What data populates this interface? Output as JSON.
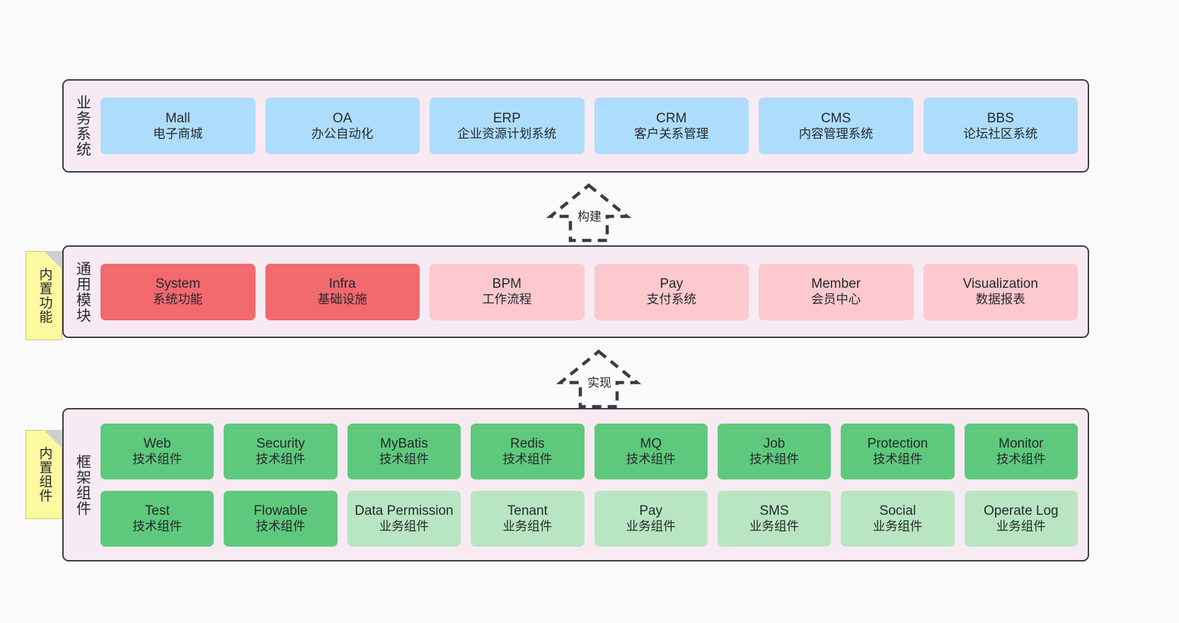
{
  "layers": [
    {
      "id": "business",
      "title": "业务系统",
      "rows": [
        {
          "cards": [
            {
              "name": "Mall",
              "desc": "电子商城",
              "style": "blue"
            },
            {
              "name": "OA",
              "desc": "办公自动化",
              "style": "blue"
            },
            {
              "name": "ERP",
              "desc": "企业资源计划系统",
              "style": "blue"
            },
            {
              "name": "CRM",
              "desc": "客户关系管理",
              "style": "blue"
            },
            {
              "name": "CMS",
              "desc": "内容管理系统",
              "style": "blue"
            },
            {
              "name": "BBS",
              "desc": "论坛社区系统",
              "style": "blue"
            }
          ]
        }
      ]
    },
    {
      "id": "modules",
      "title": "通用模块",
      "rows": [
        {
          "cards": [
            {
              "name": "System",
              "desc": "系统功能",
              "style": "red"
            },
            {
              "name": "Infra",
              "desc": "基础设施",
              "style": "red"
            },
            {
              "name": "BPM",
              "desc": "工作流程",
              "style": "pink"
            },
            {
              "name": "Pay",
              "desc": "支付系统",
              "style": "pink"
            },
            {
              "name": "Member",
              "desc": "会员中心",
              "style": "pink"
            },
            {
              "name": "Visualization",
              "desc": "数据报表",
              "style": "pink"
            }
          ]
        }
      ]
    },
    {
      "id": "framework",
      "title": "框架组件",
      "rows": [
        {
          "cards": [
            {
              "name": "Web",
              "desc": "技术组件",
              "style": "green"
            },
            {
              "name": "Security",
              "desc": "技术组件",
              "style": "green"
            },
            {
              "name": "MyBatis",
              "desc": "技术组件",
              "style": "green"
            },
            {
              "name": "Redis",
              "desc": "技术组件",
              "style": "green"
            },
            {
              "name": "MQ",
              "desc": "技术组件",
              "style": "green"
            },
            {
              "name": "Job",
              "desc": "技术组件",
              "style": "green"
            },
            {
              "name": "Protection",
              "desc": "技术组件",
              "style": "green"
            },
            {
              "name": "Monitor",
              "desc": "技术组件",
              "style": "green"
            }
          ]
        },
        {
          "cards": [
            {
              "name": "Test",
              "desc": "技术组件",
              "style": "green"
            },
            {
              "name": "Flowable",
              "desc": "技术组件",
              "style": "green"
            },
            {
              "name": "Data Permission",
              "desc": "业务组件",
              "style": "lgreen"
            },
            {
              "name": "Tenant",
              "desc": "业务组件",
              "style": "lgreen"
            },
            {
              "name": "Pay",
              "desc": "业务组件",
              "style": "lgreen"
            },
            {
              "name": "SMS",
              "desc": "业务组件",
              "style": "lgreen"
            },
            {
              "name": "Social",
              "desc": "业务组件",
              "style": "lgreen"
            },
            {
              "name": "Operate Log",
              "desc": "业务组件",
              "style": "lgreen"
            }
          ]
        }
      ]
    }
  ],
  "notes": [
    {
      "id": "builtin-func",
      "text": "内置功能"
    },
    {
      "id": "builtin-comp",
      "text": "内置组件"
    }
  ],
  "arrows": [
    {
      "id": "build",
      "label": "构建"
    },
    {
      "id": "impl",
      "label": "实现"
    }
  ],
  "colors": {
    "background": "#fafafa",
    "layer_fill": "#f8eaf3",
    "layer_border": "#3c3c40",
    "blue": "#aeddfb",
    "red": "#f2696e",
    "pink": "#fcc9ce",
    "green": "#5ec97c",
    "light_green": "#b9e6c2",
    "note_fill": "#fcf9a0",
    "note_border": "#c9c66e",
    "text": "#26292e"
  }
}
